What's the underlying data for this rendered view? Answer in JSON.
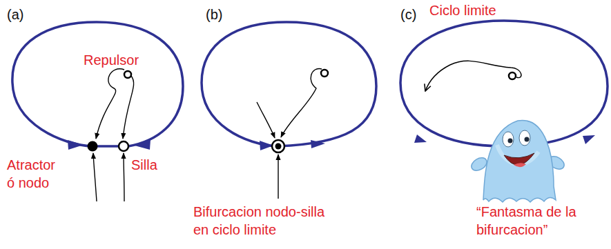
{
  "diagram": {
    "labels": [
      "(a)",
      "Repulsor",
      "Atractor ó nodo",
      "Silla",
      "(b)",
      "Bifurcacion nodo-silla en ciclo limite",
      "(c)",
      "Ciclo limite",
      "“Fantasma de la bifurcacion”"
    ]
  }
}
